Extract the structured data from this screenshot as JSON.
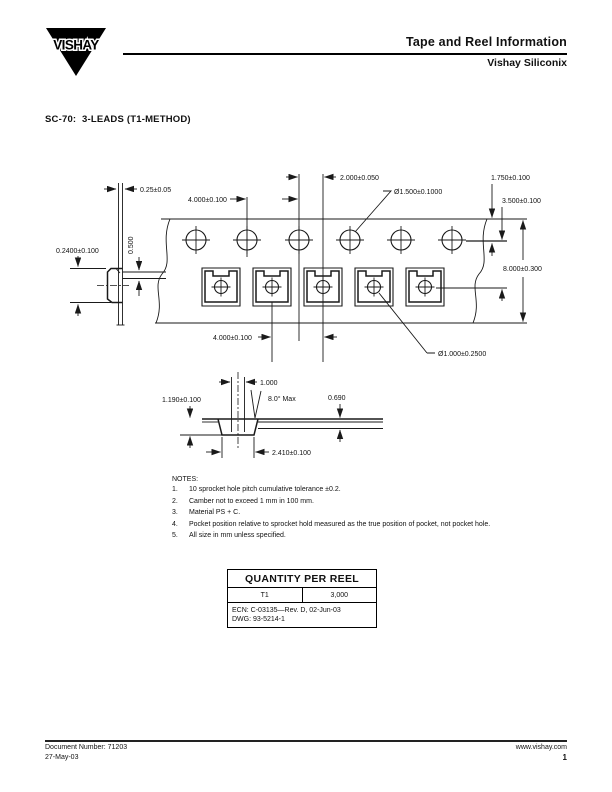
{
  "header": {
    "logo_text": "VISHAY",
    "title": "Tape and Reel Information",
    "subtitle": "Vishay Siliconix"
  },
  "section": {
    "heading": "SC-70:  3-LEADS (T1-METHOD)"
  },
  "drawing": {
    "labels": {
      "tape_thickness": "0.25±0.05",
      "pocket_depth_side": "0.2400±0.100",
      "side_step": "0.500",
      "sprocket_pitch": "4.000±0.100",
      "sprocket_to_pocket_offset": "2.000±0.050",
      "sprocket_hole_dia": "Ø1.500±0.1000",
      "edge_to_sprocket": "1.750±0.100",
      "sprocket_to_pocket_center": "3.500±0.100",
      "tape_width": "8.000±0.300",
      "pocket_pitch": "4.000±0.100",
      "center_hole_dia": "Ø1.000±0.2500",
      "slot_width": "1.000",
      "pocket_depth": "1.190±0.100",
      "bend_angle": "8.0° Max",
      "cover_thickness": "0.690",
      "pocket_width": "2.410±0.100"
    }
  },
  "notes": {
    "heading": "NOTES:",
    "items": [
      {
        "num": "1.",
        "text": "10 sprocket hole pitch cumulative tolerance ±0.2."
      },
      {
        "num": "2.",
        "text": "Camber not to exceed 1 mm in 100 mm."
      },
      {
        "num": "3.",
        "text": "Material PS + C."
      },
      {
        "num": "4.",
        "text": "Pocket position relative to sprocket hold measured as the true position of pocket, not pocket hole."
      },
      {
        "num": "5.",
        "text": "All size in mm unless specified."
      }
    ]
  },
  "table": {
    "title": "QUANTITY PER REEL",
    "rows": [
      {
        "method": "T1",
        "quantity": "3,000"
      }
    ],
    "ecn": "ECN: C-03135—Rev. D, 02-Jun-03",
    "dwg": "DWG: 93-5214-1"
  },
  "footer": {
    "document_number": "Document Number:  71203",
    "date": "27-May-03",
    "website": "www.vishay.com",
    "page_number": "1"
  }
}
